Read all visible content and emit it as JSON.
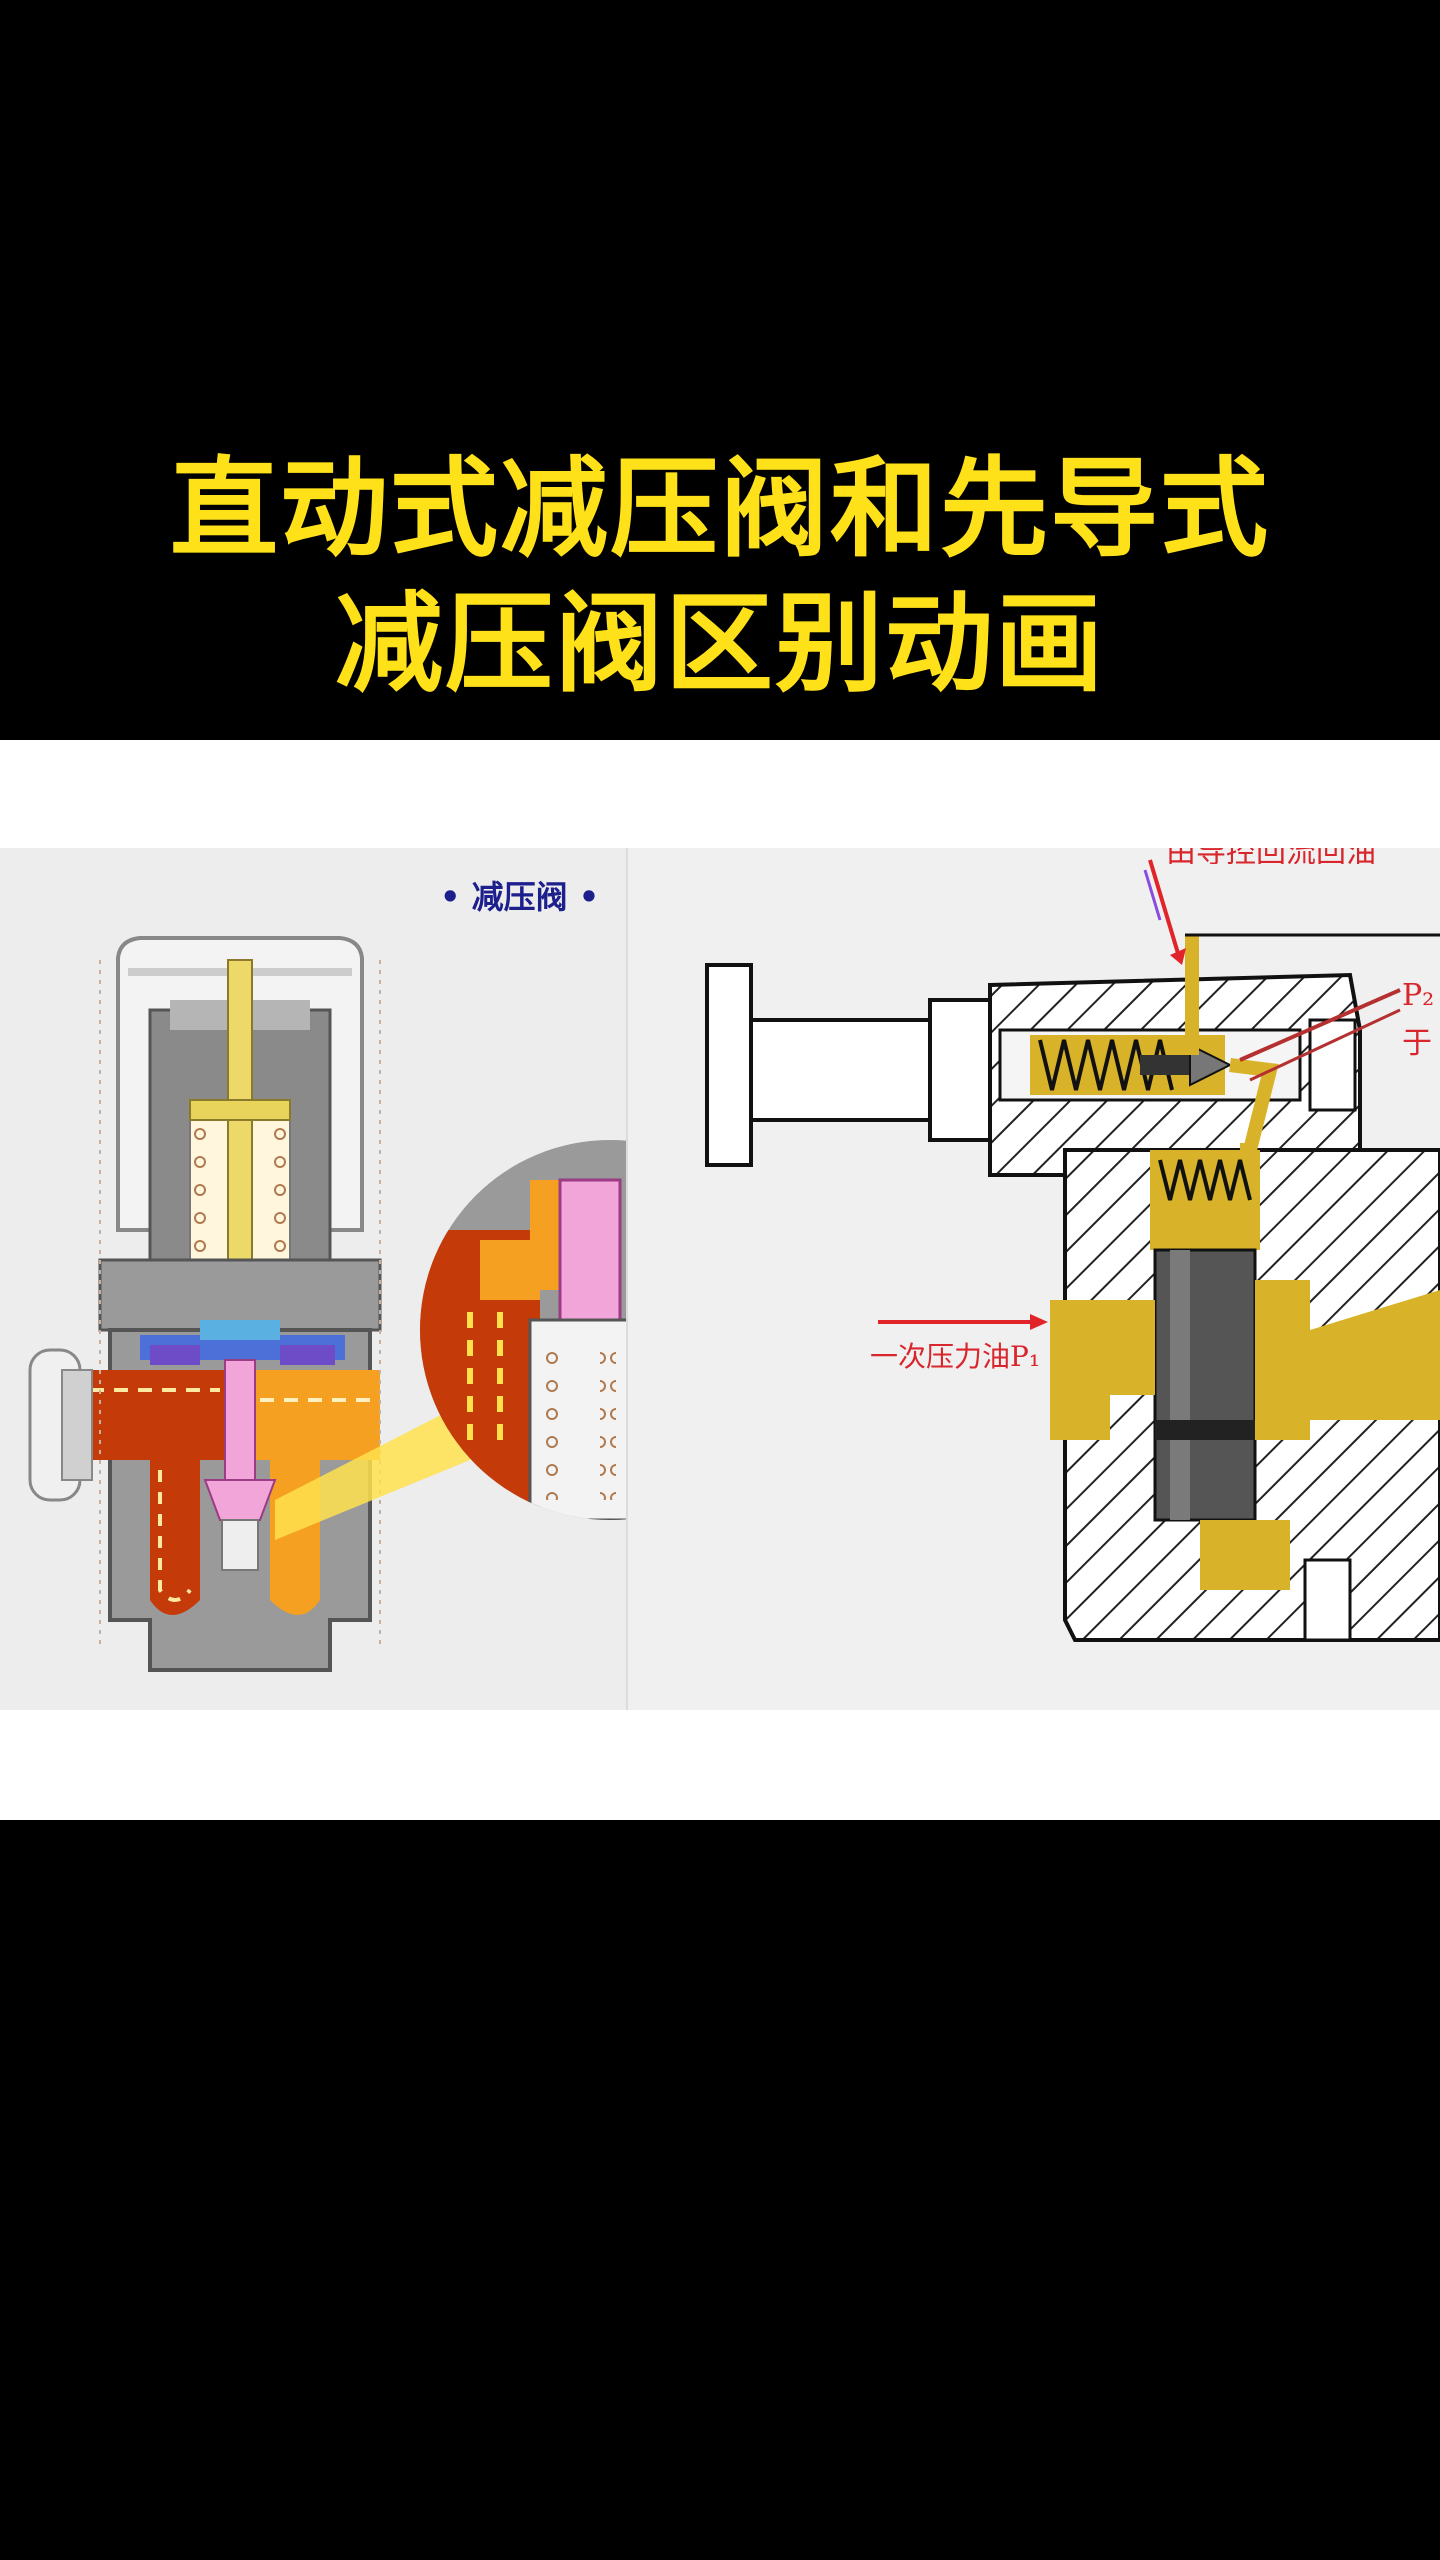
{
  "title": {
    "line1": "直动式减压阀和先导式",
    "line2": "减压阀区别动画",
    "color": "#ffe11a"
  },
  "left_diagram": {
    "label": "• 减压阀 •"
  },
  "right_diagram": {
    "inlet_label": "一次压力油P₁",
    "p2_label": "P₂",
    "yu_label": "于",
    "top_cut_label": "由导控回流回油"
  },
  "colors": {
    "oil_yellow": "#d8b32a",
    "red_arrow": "#e0242a",
    "label_blue": "#1c1f8c",
    "orange": "#f5a020",
    "dark_red": "#c43a08"
  }
}
